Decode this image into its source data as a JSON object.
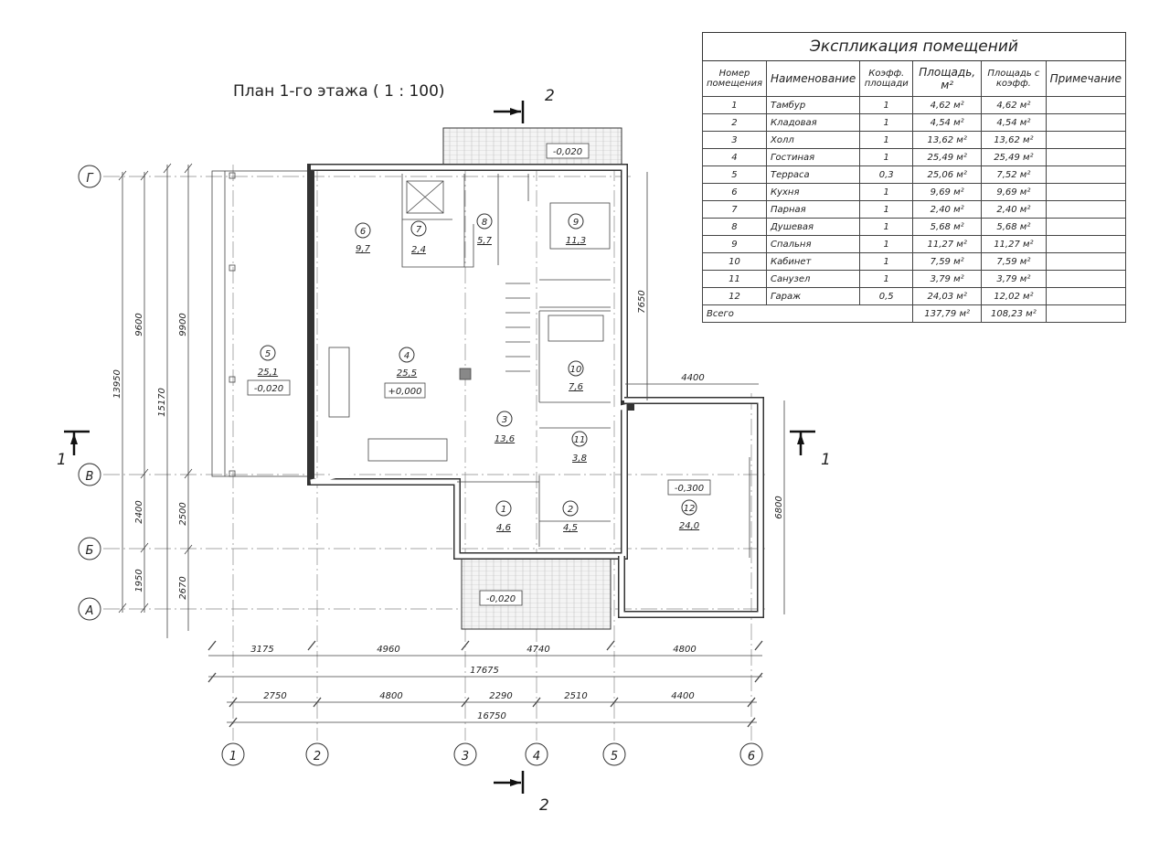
{
  "title": "План 1-го этажа ( 1 : 100)",
  "table": {
    "caption": "Экспликация помещений",
    "headers": [
      "Номер помещения",
      "Наименование",
      "Коэфф. площади",
      "Площадь, м²",
      "Площадь с коэфф.",
      "Примечание"
    ],
    "rows": [
      [
        "1",
        "Тамбур",
        "1",
        "4,62 м²",
        "4,62 м²"
      ],
      [
        "2",
        "Кладовая",
        "1",
        "4,54 м²",
        "4,54 м²"
      ],
      [
        "3",
        "Холл",
        "1",
        "13,62 м²",
        "13,62 м²"
      ],
      [
        "4",
        "Гостиная",
        "1",
        "25,49 м²",
        "25,49 м²"
      ],
      [
        "5",
        "Терраса",
        "0,3",
        "25,06 м²",
        "7,52 м²"
      ],
      [
        "6",
        "Кухня",
        "1",
        "9,69 м²",
        "9,69 м²"
      ],
      [
        "7",
        "Парная",
        "1",
        "2,40 м²",
        "2,40 м²"
      ],
      [
        "8",
        "Душевая",
        "1",
        "5,68 м²",
        "5,68 м²"
      ],
      [
        "9",
        "Спальня",
        "1",
        "11,27 м²",
        "11,27 м²"
      ],
      [
        "10",
        "Кабинет",
        "1",
        "7,59 м²",
        "7,59 м²"
      ],
      [
        "11",
        "Санузел",
        "1",
        "3,79 м²",
        "3,79 м²"
      ],
      [
        "12",
        "Гараж",
        "0,5",
        "24,03 м²",
        "12,02 м²"
      ]
    ],
    "total_label": "Всего",
    "total_area": "137,79 м²",
    "total_coef": "108,23 м²"
  },
  "rooms": [
    {
      "n": "1",
      "a": "4,6"
    },
    {
      "n": "2",
      "a": "4,5"
    },
    {
      "n": "3",
      "a": "13,6"
    },
    {
      "n": "4",
      "a": "25,5"
    },
    {
      "n": "5",
      "a": "25,1"
    },
    {
      "n": "6",
      "a": "9,7"
    },
    {
      "n": "7",
      "a": "2,4"
    },
    {
      "n": "8",
      "a": "5,7"
    },
    {
      "n": "9",
      "a": "11,3"
    },
    {
      "n": "10",
      "a": "7,6"
    },
    {
      "n": "11",
      "a": "3,8"
    },
    {
      "n": "12",
      "a": "24,0"
    }
  ],
  "levels": {
    "living": "+0,000",
    "terrace": "-0,020",
    "porch_top": "-0,020",
    "porch_bottom": "-0,020",
    "garage": "-0,300"
  },
  "axes": {
    "v": [
      "1",
      "2",
      "3",
      "4",
      "5",
      "6"
    ],
    "h": [
      "Г",
      "В",
      "Б",
      "А"
    ]
  },
  "dims": {
    "top_row": [
      "3175",
      "4960",
      "4740",
      "4800"
    ],
    "top_total": "17675",
    "bottom_row": [
      "2750",
      "4800",
      "2290",
      "2510",
      "4400"
    ],
    "bottom_total": "16750",
    "left": {
      "d13950": "13950",
      "d9600": "9600",
      "d2400": "2400",
      "d1950": "1950",
      "d15170": "15170",
      "d9900": "9900",
      "d2500": "2500",
      "d2670": "2670"
    },
    "right_7650": "7650",
    "garage_width": "4400",
    "garage_depth": "6800"
  },
  "sections": {
    "s1": "1",
    "s2": "2"
  }
}
